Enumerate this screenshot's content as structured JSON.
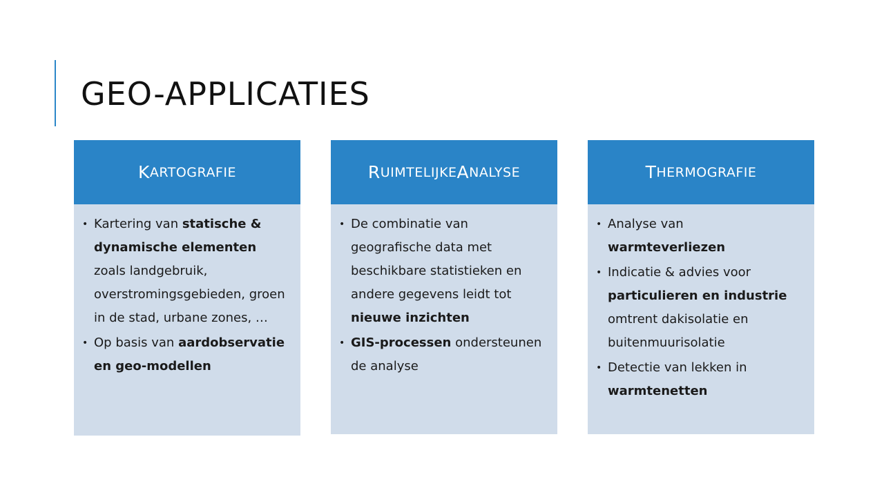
{
  "slide": {
    "title": "GEO-APPLICATIES"
  },
  "cards": [
    {
      "header_cap": "K",
      "header_rest": "ARTOGRAFIE",
      "bullets": [
        {
          "parts": [
            {
              "text": "Kartering van ",
              "bold": false
            },
            {
              "text": "statische & dynamische elementen",
              "bold": true
            },
            {
              "text": " zoals landgebruik, overstromingsgebieden, groen in de stad, urbane zones, …",
              "bold": false
            }
          ]
        },
        {
          "parts": [
            {
              "text": "Op basis van ",
              "bold": false
            },
            {
              "text": "aardobservatie en geo-modellen",
              "bold": true
            }
          ]
        }
      ]
    },
    {
      "header_cap": "R",
      "header_rest": "UIMTELIJKE ",
      "header_cap2": "A",
      "header_rest2": "NALYSE",
      "bullets": [
        {
          "parts": [
            {
              "text": "De combinatie van geografische data met beschikbare statistieken en andere gegevens leidt tot ",
              "bold": false
            },
            {
              "text": "nieuwe inzichten",
              "bold": true
            }
          ]
        },
        {
          "parts": [
            {
              "text": "GIS-processen",
              "bold": true
            },
            {
              "text": " ondersteunen de analyse",
              "bold": false
            }
          ]
        }
      ]
    },
    {
      "header_cap": "T",
      "header_rest": "HERMOGRAFIE",
      "bullets": [
        {
          "parts": [
            {
              "text": "Analyse van ",
              "bold": false
            },
            {
              "text": "warmteverliezen",
              "bold": true
            }
          ]
        },
        {
          "parts": [
            {
              "text": "Indicatie & advies voor ",
              "bold": false
            },
            {
              "text": "particulieren en industrie",
              "bold": true
            },
            {
              "text": " omtrent dakisolatie en buitenmuurisolatie",
              "bold": false
            }
          ]
        },
        {
          "parts": [
            {
              "text": "Detectie van lekken in ",
              "bold": false
            },
            {
              "text": "warmtenetten",
              "bold": true
            }
          ]
        }
      ]
    }
  ]
}
